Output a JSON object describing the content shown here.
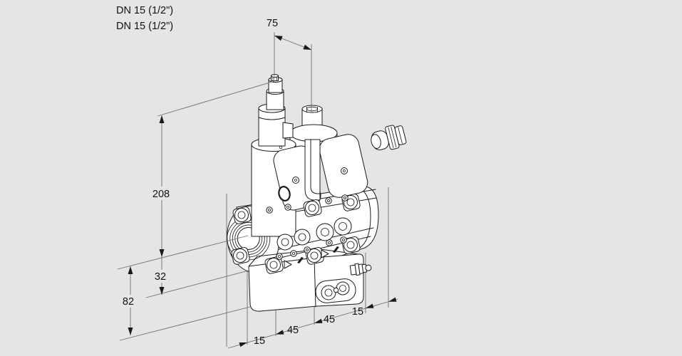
{
  "page": {
    "background": "#e5e5e5"
  },
  "connection_labels": {
    "line1": "DN 15 (1/2\")",
    "line2": "DN 15 (1/2\")"
  },
  "dimensions": {
    "solenoid_spacing_mm": "75",
    "overall_height_mm": "208",
    "axis_to_valve_bottom_mm": "32",
    "axis_to_block_bottom_mm": "82",
    "depth_chain_mm": [
      "15",
      "45",
      "45",
      "15"
    ]
  },
  "drawing": {
    "type": "isometric-dimension-drawing",
    "subject": "double-solenoid-valve",
    "colors": {
      "outline": "#1b1b1b",
      "fill": "#ffffff",
      "dimension_line": "#6f6f6f",
      "text": "#111111",
      "background": "#e5e5e5"
    }
  }
}
